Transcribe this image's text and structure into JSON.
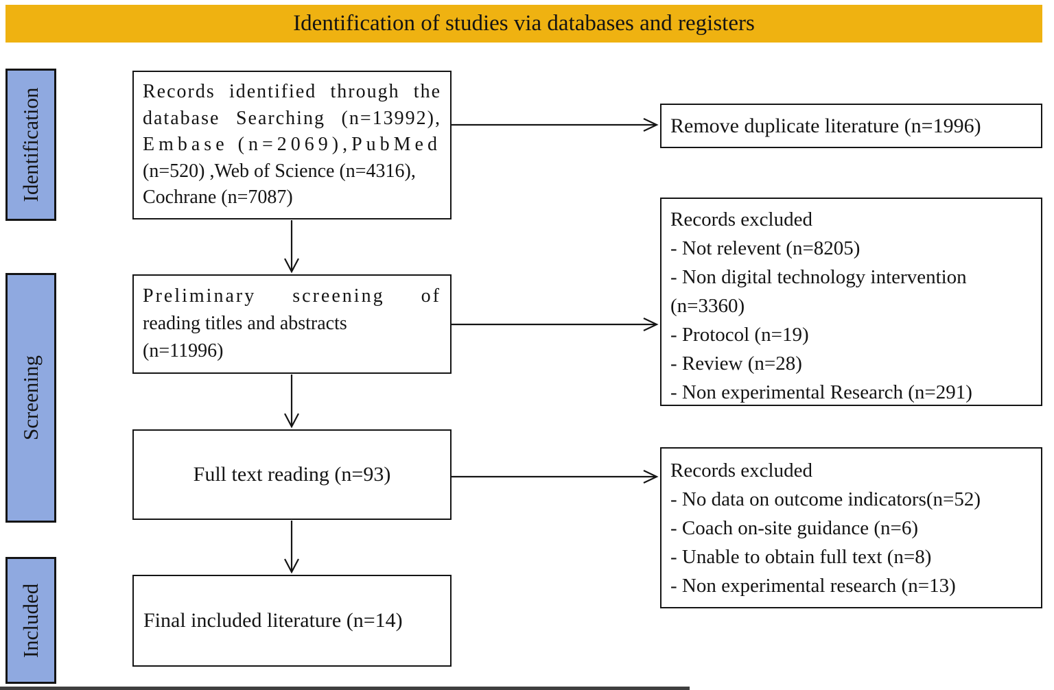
{
  "colors": {
    "banner_bg": "#EFB211",
    "stage_bg": "#8FA9E0",
    "line_color": "#141414",
    "background": "#FFFFFF"
  },
  "banner": {
    "title": "Identification of studies via databases and registers"
  },
  "stages": [
    {
      "label": "Identification"
    },
    {
      "label": "Screening"
    },
    {
      "label": "Included"
    }
  ],
  "flow_boxes": [
    {
      "lines": [
        "Records identified through the",
        "database Searching (n=13992),",
        "Embase (n=2069),PubMed",
        "(n=520) ,Web of Science (n=4316),",
        "Cochrane (n=7087)"
      ]
    },
    {
      "lines": [
        "Preliminary screening of",
        "reading titles and abstracts",
        "(n=11996)"
      ]
    },
    {
      "lines": [
        "Full text reading (n=93)"
      ]
    },
    {
      "lines": [
        "Final included literature (n=14)"
      ]
    }
  ],
  "side_boxes": [
    {
      "lines": [
        "Remove duplicate literature (n=1996)"
      ]
    },
    {
      "lines": [
        "Records excluded",
        "- Not relevent (n=8205)",
        "- Non digital technology intervention (n=3360)",
        "- Protocol (n=19)",
        "- Review (n=28)",
        "- Non experimental Research (n=291)"
      ]
    },
    {
      "lines": [
        "Records excluded",
        "- No data on outcome indicators(n=52)",
        "- Coach on-site guidance (n=6)",
        "- Unable to obtain full text (n=8)",
        "- Non experimental research (n=13)"
      ]
    }
  ]
}
